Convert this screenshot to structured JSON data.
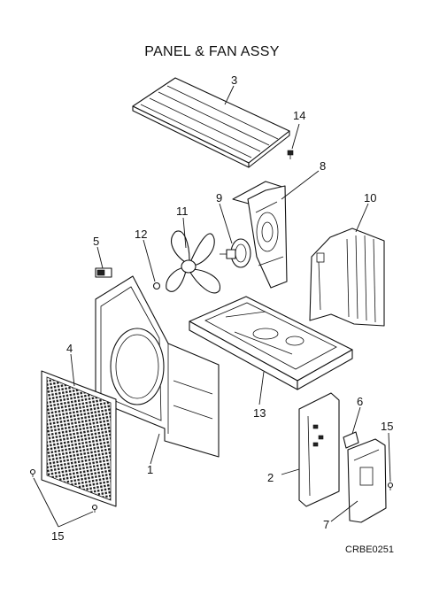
{
  "title": "PANEL & FAN ASSY",
  "drawing_code": "CRBE0251",
  "callouts": {
    "c1": "1",
    "c2": "2",
    "c3": "3",
    "c4": "4",
    "c5": "5",
    "c6": "6",
    "c7": "7",
    "c8": "8",
    "c9": "9",
    "c10": "10",
    "c11": "11",
    "c12": "12",
    "c13": "13",
    "c14": "14",
    "c15a": "15",
    "c15b": "15"
  }
}
